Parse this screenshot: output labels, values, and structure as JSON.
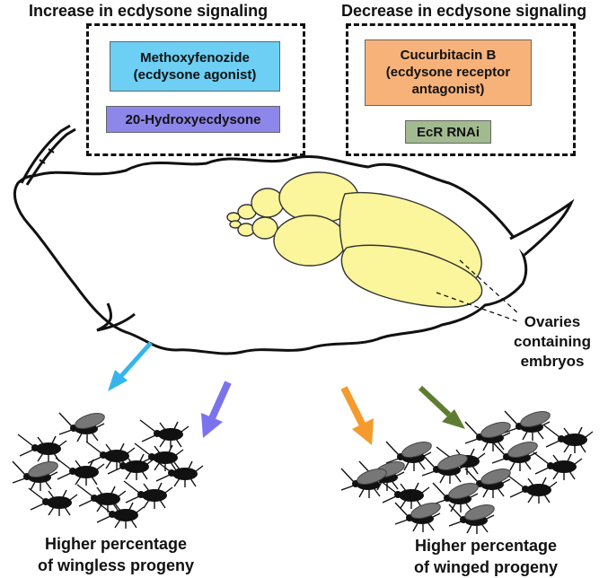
{
  "headers": {
    "increase": "Increase in ecdysone signaling",
    "decrease": "Decrease in ecdysone signaling"
  },
  "increase_treatments": [
    {
      "line1": "Methoxyfenozide",
      "line2": "(ecdysone agonist)",
      "color": "#6ccff3"
    },
    {
      "line1": "20-Hydroxyecdysone",
      "color": "#8d87ea"
    }
  ],
  "decrease_treatments": [
    {
      "line1": "Cucurbitacin B",
      "line2": "(ecdysone receptor",
      "line3": "antagonist)",
      "color": "#f7b27a"
    },
    {
      "line1": "EcR RNAi",
      "color": "#a1ba8f"
    }
  ],
  "ovary_label": {
    "line1": "Ovaries",
    "line2": "containing",
    "line3": "embryos"
  },
  "outcomes": {
    "wingless": {
      "line1": "Higher percentage",
      "line2": "of wingless progeny"
    },
    "winged": {
      "line1": "Higher percentage",
      "line2": "of winged progeny"
    }
  },
  "colors": {
    "arrow_light_blue": "#36b5ec",
    "arrow_purple": "#7b73ee",
    "arrow_orange": "#f59a2d",
    "arrow_green": "#5f7d32",
    "ovary_fill": "#fbf59b"
  }
}
